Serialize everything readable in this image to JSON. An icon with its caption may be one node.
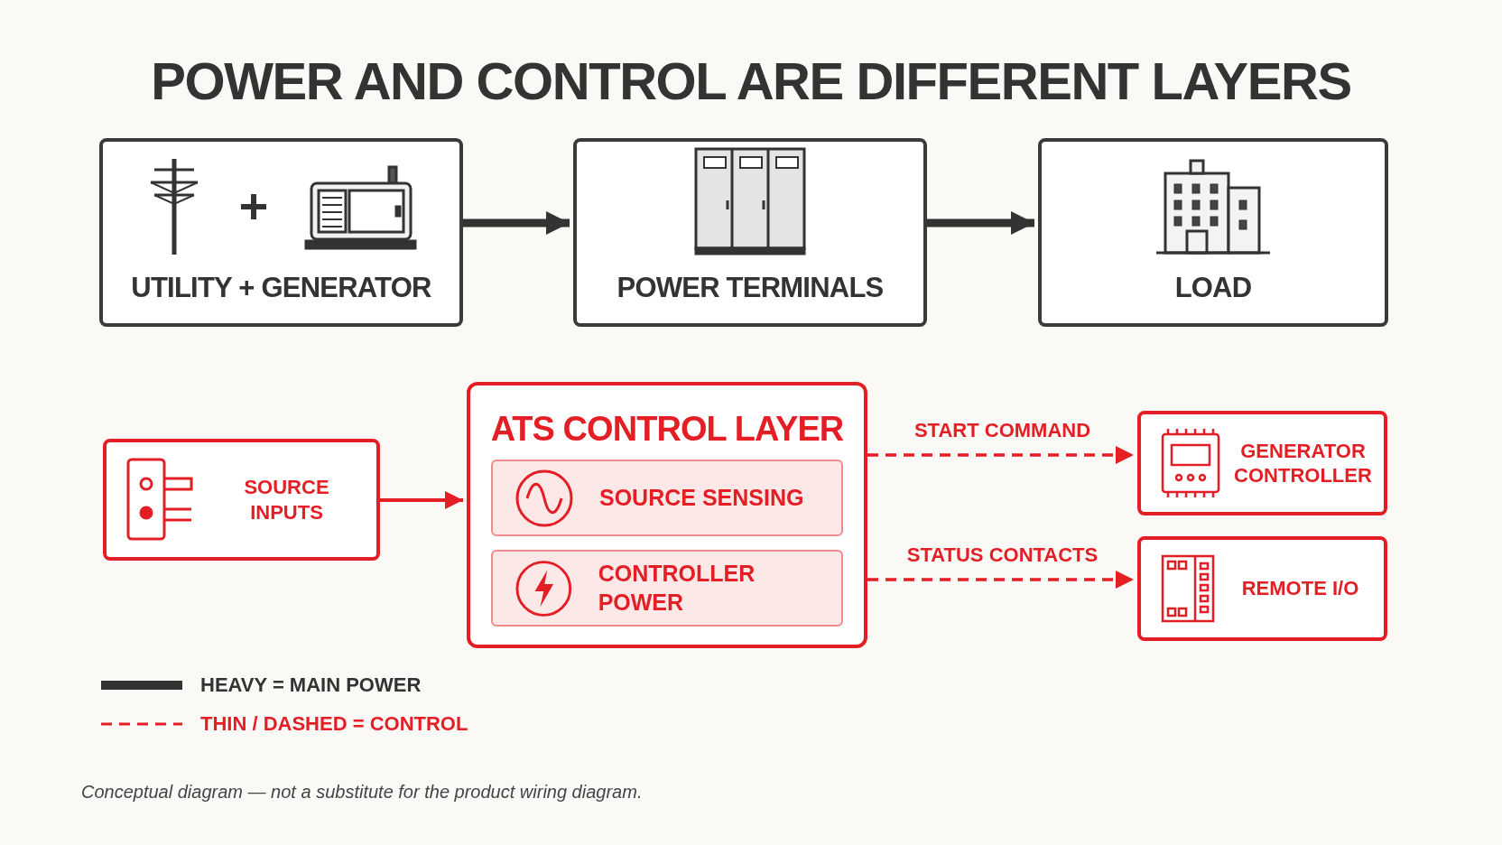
{
  "diagram": {
    "title": "POWER AND CONTROL ARE DIFFERENT LAYERS",
    "caption": "Conceptual diagram — not a substitute for the product wiring diagram.",
    "nodes": [
      {
        "text": [
          "UTILITY + GENERATOR"
        ]
      },
      {
        "text": [
          "POWER TERMINALS"
        ]
      },
      {
        "text": [
          "LOAD"
        ]
      },
      {
        "text": [
          "SOURCE INPUTS"
        ]
      },
      {
        "text": [
          "ATS CONTROL LAYER"
        ]
      },
      {
        "text": [
          "SOURCE SENSING"
        ],
        "in": 4
      },
      {
        "text": [
          "CONTROLLER POWER"
        ],
        "in": 4
      },
      {
        "text": [
          "GENERATOR CONTROLLER"
        ]
      },
      {
        "text": [
          "REMOTE I/O"
        ]
      }
    ],
    "edges": [
      {
        "from": 0,
        "to": 1,
        "arrow": "to",
        "style": "thick",
        "color": "#333333"
      },
      {
        "from": 1,
        "to": 2,
        "arrow": "to",
        "style": "thick",
        "color": "#333333"
      },
      {
        "from": 3,
        "to": 4,
        "arrow": "to"
      },
      {
        "from": 4,
        "to": 7,
        "arrow": "to",
        "style": "dashed",
        "label": "START COMMAND"
      },
      {
        "from": 4,
        "to": 8,
        "arrow": "to",
        "style": "dashed",
        "label": "STATUS CONTACTS"
      }
    ],
    "legend": [
      {
        "text": "HEAVY = MAIN POWER"
      },
      {
        "text": "THIN / DASHED = CONTROL"
      }
    ]
  }
}
